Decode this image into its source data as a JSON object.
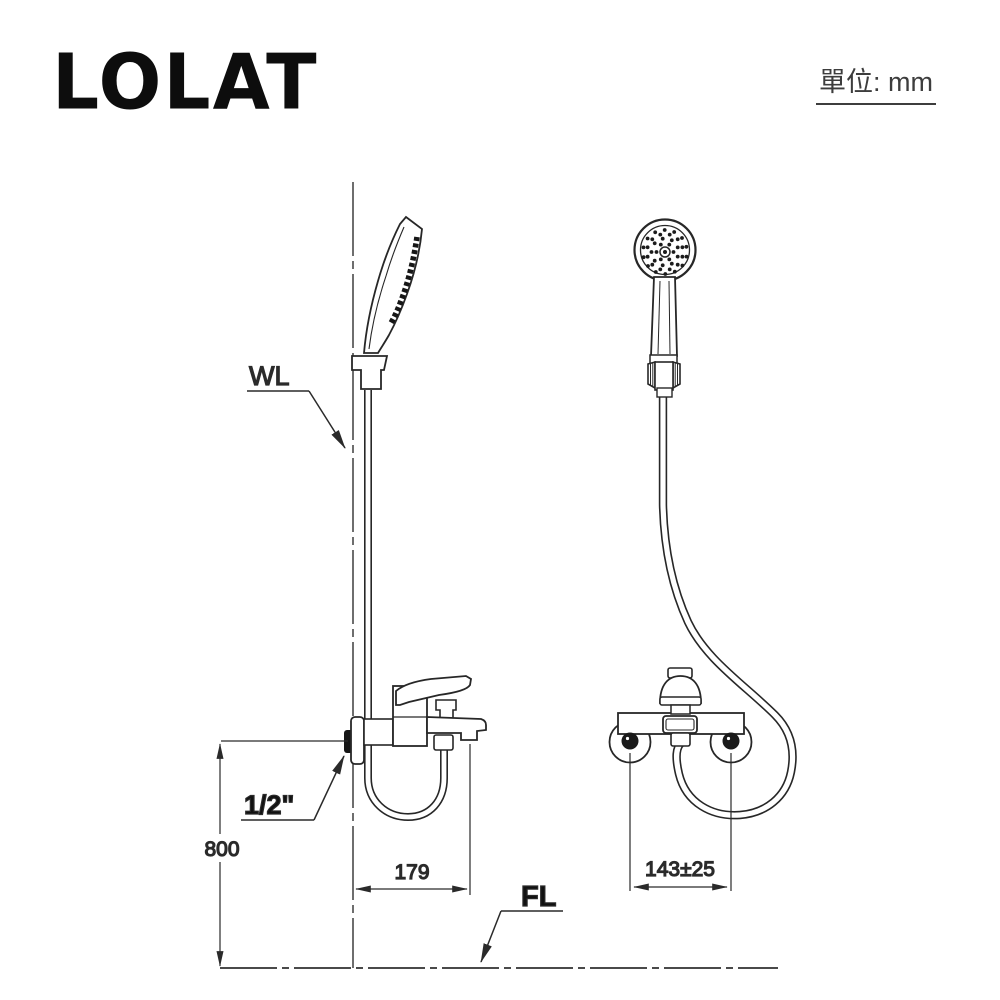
{
  "header": {
    "logo": "LOLAT",
    "unit_label": "單位: mm"
  },
  "drawing": {
    "wall_label": "WL",
    "floor_label": "FL",
    "inlet_label": "1/2\"",
    "dim_height_mm": "800",
    "dim_spout_reach_mm": "179",
    "dim_inlet_centers_mm": "143±25"
  },
  "colors": {
    "line": "#272727",
    "centerline": "#4a4a4a",
    "dim_text": "#2c2c2c",
    "background": "#ffffff"
  }
}
